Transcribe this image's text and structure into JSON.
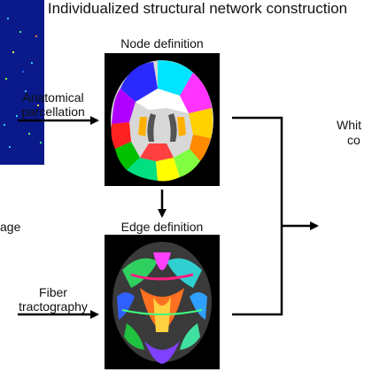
{
  "title": "Individualized structural network construction",
  "node_panel": {
    "heading": "Node definition"
  },
  "edge_panel": {
    "heading": "Edge definition"
  },
  "left_labels": {
    "anatomical_line1": "Anatomical",
    "anatomical_line2": "parcellation",
    "fiber_line1": "Fiber",
    "fiber_line2": "tractography",
    "image_fragment": "age"
  },
  "right_labels": {
    "white_fragment": "Whit",
    "co_fragment": "co"
  },
  "colors": {
    "arrow": "#000000",
    "matrix_background": "#0a1a8a",
    "panel_background": "#000000"
  }
}
